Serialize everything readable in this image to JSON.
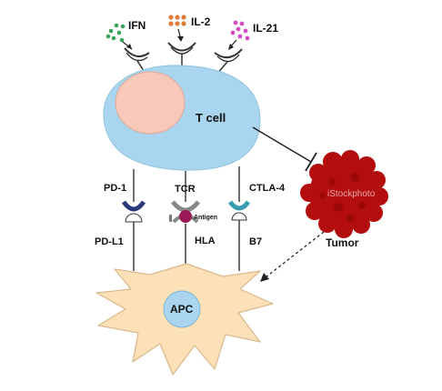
{
  "cytokines": {
    "ifn": "IFN",
    "il2": "IL-2",
    "il21": "IL-21"
  },
  "cells": {
    "t_cell": "T cell",
    "apc": "APC",
    "tumor": "Tumor"
  },
  "receptors": {
    "pd1": "PD-1",
    "tcr": "TCR",
    "ctla4": "CTLA-4"
  },
  "ligands": {
    "pdl1": "PD-L1",
    "hla": "HLA",
    "b7": "B7"
  },
  "antigen": "Antigen",
  "watermark": "iStockphoto",
  "colors": {
    "t_cell": "#a9d5ee",
    "nucleus": "#f8c8b8",
    "apc": "#fbe0b8",
    "apc_nucleus": "#a9d5ee",
    "tumor": "#b40d0d",
    "ifn_dots": "#3aa25a",
    "il2_dots": "#e07b39",
    "il21_dots": "#d24fbf",
    "pd1": "#2b3a7a",
    "tcr": "#888888",
    "ctla4": "#3b9bb0",
    "antigen": "#9b1a5a"
  }
}
